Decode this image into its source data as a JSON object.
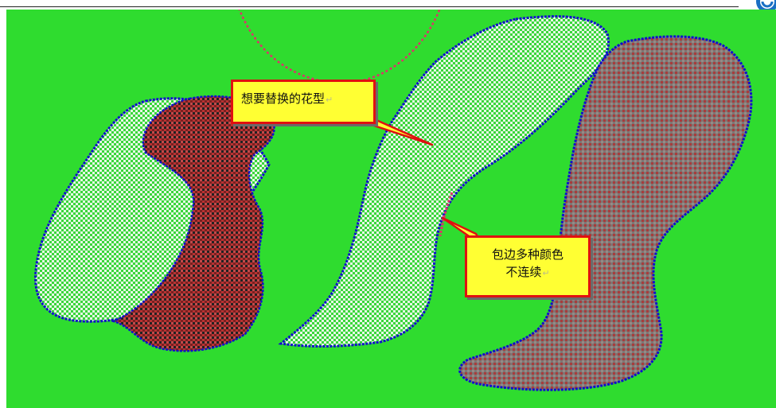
{
  "callouts": {
    "pattern": {
      "text": "想要替换的花型"
    },
    "border": {
      "line1": "包边多种颜色",
      "line2": "不连续"
    },
    "paragraph_mark": "↵"
  },
  "colors": {
    "background": "#2fdc2f",
    "shape_outline": "#1010cc",
    "light_pattern": "#c8f0c8",
    "maroon_pattern": "#a03030",
    "gray_pattern": "#8a7b78",
    "callout_fill": "#ffff33",
    "callout_border": "#e01010",
    "dotted_arc": "#e0306a"
  }
}
